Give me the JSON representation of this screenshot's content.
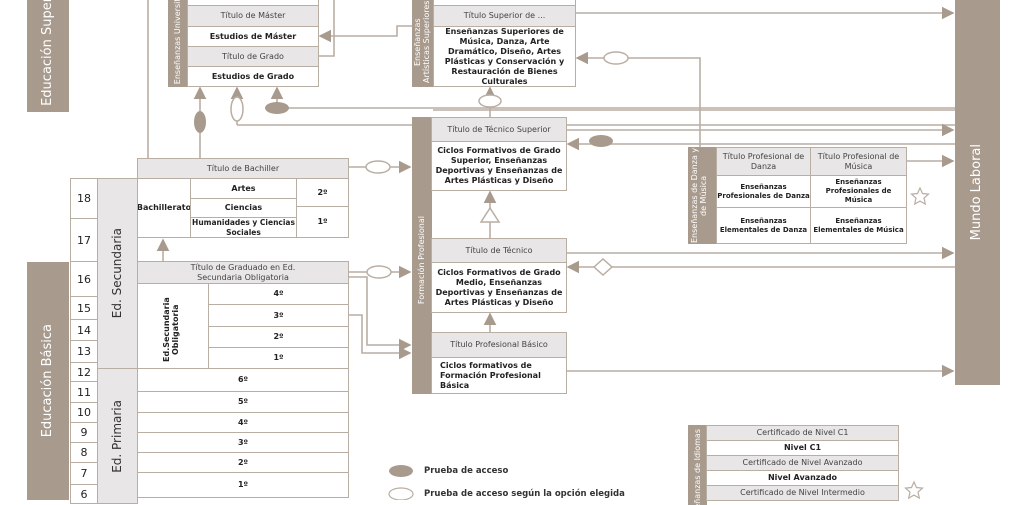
{
  "colors": {
    "brand": "#a89b8e",
    "light": "#e8e6e6",
    "line": "#b9aea3"
  },
  "stages": {
    "superior": "Educación Superior",
    "basica": "Educación Básica",
    "mundo": "Mundo Laboral",
    "secundaria": "Ed. Secundaria",
    "primaria": "Ed. Primaria"
  },
  "ages": [
    "18",
    "17",
    "16",
    "15",
    "14",
    "13",
    "12",
    "11",
    "10",
    "9",
    "8",
    "7",
    "6"
  ],
  "universidad": {
    "label": "Enseñanzas Universitarias",
    "titulo_master": "Título de Máster",
    "estudios_master": "Estudios de Máster",
    "titulo_grado": "Título de Grado",
    "estudios_grado": "Estudios de Grado"
  },
  "artisticas": {
    "label": "Enseñanzas Artísticas Superiores",
    "titulo": "Título Superior de ...",
    "contenido": "Enseñanzas Superiores de Música, Danza, Arte Dramático, Diseño, Artes Plásticas y Conservación y Restauración de Bienes Culturales"
  },
  "bachillerato": {
    "titulo": "Título de Bachiller",
    "label": "Bachillerato",
    "modalidades": [
      "Artes",
      "Ciencias",
      "Humanidades y Ciencias Sociales"
    ],
    "cursos": [
      "2º",
      "1º"
    ]
  },
  "eso": {
    "titulo": "Título de Graduado en Ed. Secundaria Obligatoria",
    "label": "Ed.Secundaria Obligatoria",
    "cursos": [
      "4º",
      "3º",
      "2º",
      "1º"
    ]
  },
  "primaria": {
    "cursos": [
      "6º",
      "5º",
      "4º",
      "3º",
      "2º",
      "1º"
    ]
  },
  "fp": {
    "label": "Formación Profesional",
    "tecnico_superior": "Título de Técnico Superior",
    "grado_superior": "Ciclos Formativos de Grado Superior, Enseñanzas Deportivas y Enseñanzas de Artes Plásticas y Diseño",
    "tecnico": "Título de Técnico",
    "grado_medio": "Ciclos Formativos de Grado Medio, Enseñanzas Deportivas y Enseñanzas de Artes Plásticas y Diseño",
    "basico_titulo": "Título Profesional Básico",
    "basico": "Ciclos formativos de Formación Profesional Básica"
  },
  "danza_musica": {
    "label": "Enseñanzas de Danza y de Música",
    "titulo_danza": "Título Profesional de Danza",
    "titulo_musica": "Título Profesional de Música",
    "prof_danza": "Enseñanzas Profesionales de Danza",
    "prof_musica": "Enseñanzas Profesionales de Música",
    "elem_danza": "Enseñanzas Elementales de Danza",
    "elem_musica": "Enseñanzas Elementales de Música"
  },
  "idiomas": {
    "label": "Enseñanzas de Idiomas",
    "rows": [
      "Certificado de Nivel C1",
      "Nivel C1",
      "Certificado de Nivel Avanzado",
      "Nivel Avanzado",
      "Certificado de Nivel Intermedio"
    ]
  },
  "legend": {
    "prueba": "Prueba de acceso",
    "prueba_opcion": "Prueba de acceso según la opción elegida"
  }
}
